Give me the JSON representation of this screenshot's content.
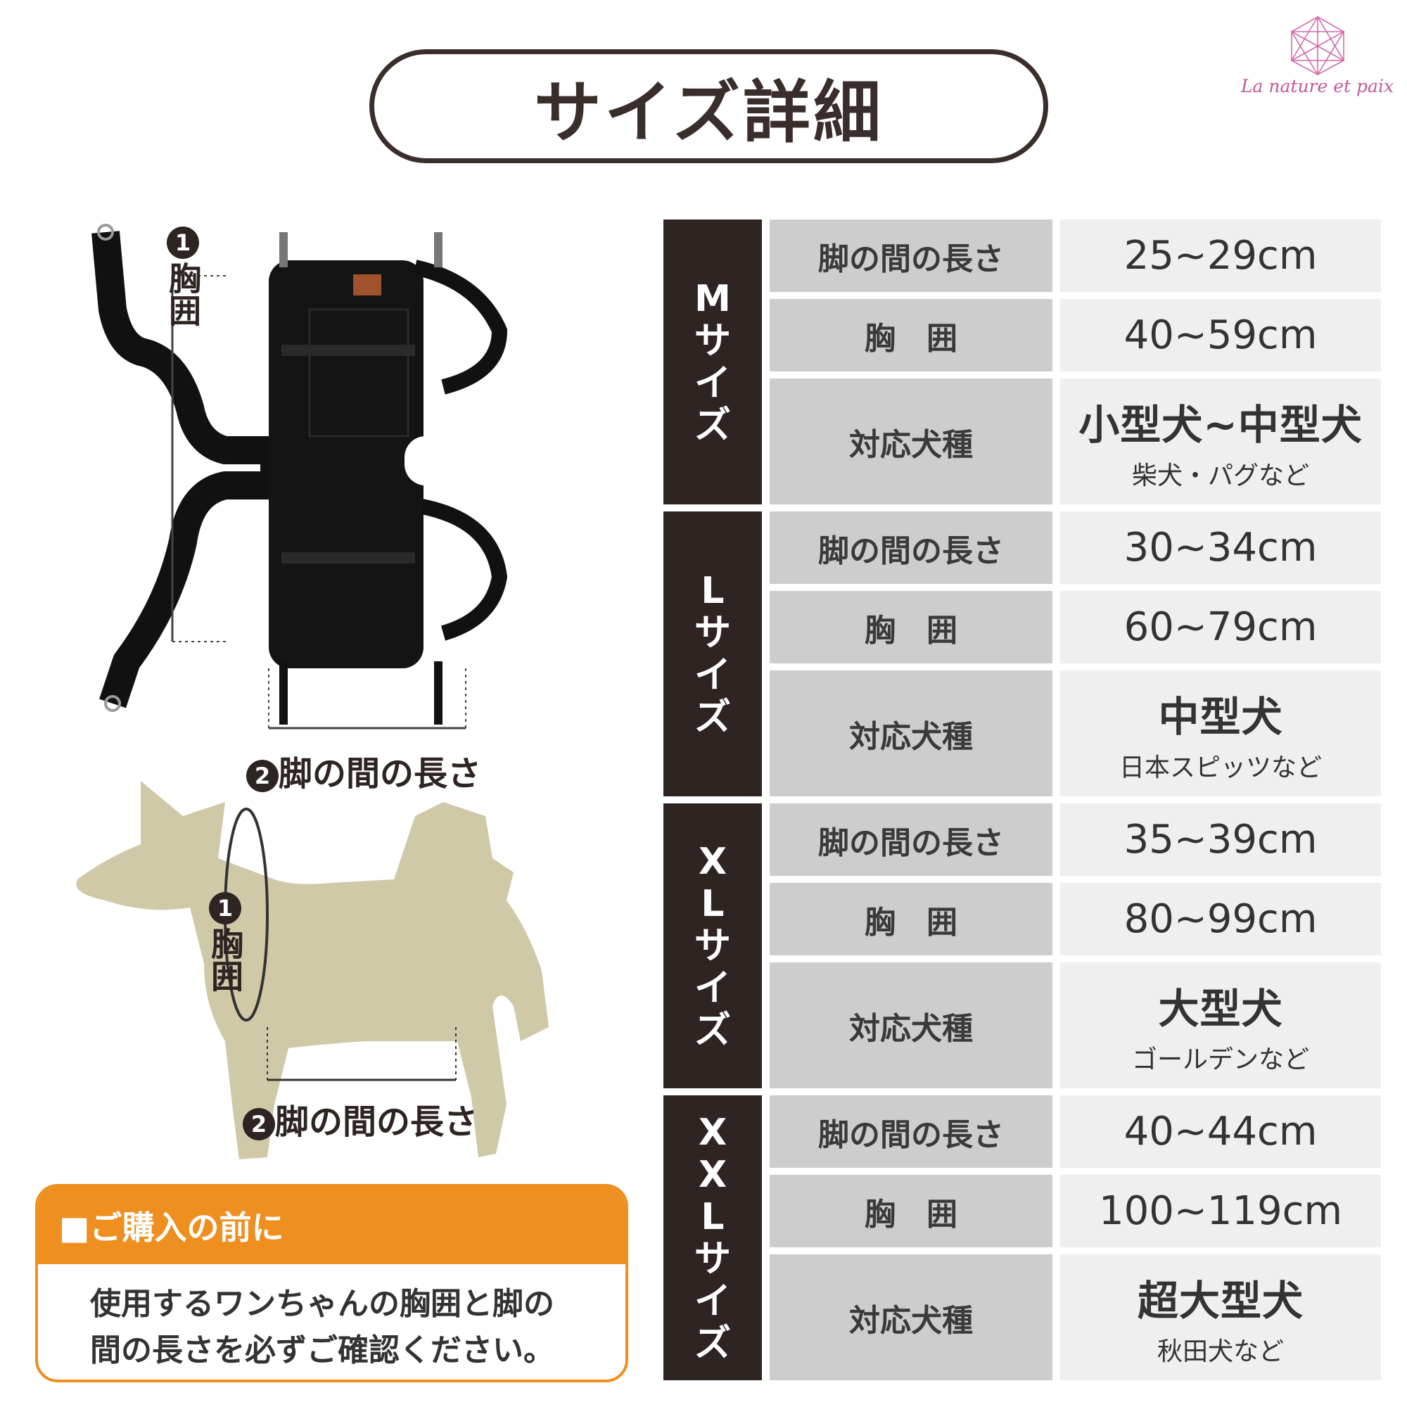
{
  "title": "サイズ詳細",
  "logo": {
    "text": "La nature et paix"
  },
  "diagram": {
    "chest_num": "1",
    "chest_label": "胸囲",
    "leg_num": "2",
    "leg_label": "脚の間の長さ"
  },
  "sizes": [
    {
      "name": "Mサイズ",
      "rows": [
        {
          "label": "脚の間の長さ",
          "value": "25~29cm"
        },
        {
          "label": "胸　囲",
          "value": "40~59cm"
        },
        {
          "label": "対応犬種",
          "value": "小型犬~中型犬",
          "sub": "柴犬・パグなど"
        }
      ]
    },
    {
      "name": "Lサイズ",
      "rows": [
        {
          "label": "脚の間の長さ",
          "value": "30~34cm"
        },
        {
          "label": "胸　囲",
          "value": "60~79cm"
        },
        {
          "label": "対応犬種",
          "value": "中型犬",
          "sub": "日本スピッツなど"
        }
      ]
    },
    {
      "name": "XLサイズ",
      "rows": [
        {
          "label": "脚の間の長さ",
          "value": "35~39cm"
        },
        {
          "label": "胸　囲",
          "value": "80~99cm"
        },
        {
          "label": "対応犬種",
          "value": "大型犬",
          "sub": "ゴールデンなど"
        }
      ]
    },
    {
      "name": "XXLサイズ",
      "rows": [
        {
          "label": "脚の間の長さ",
          "value": "40~44cm"
        },
        {
          "label": "胸　囲",
          "value": "100~119cm"
        },
        {
          "label": "対応犬種",
          "value": "超大型犬",
          "sub": "秋田犬など"
        }
      ]
    }
  ],
  "notice": {
    "heading": "■ご購入の前に",
    "line1": "使用するワンちゃんの胸囲と脚の",
    "line2": "間の長さを必ずご確認ください。"
  },
  "colors": {
    "dark": "#2e2422",
    "orange": "#ee8f1f",
    "dog": "#cfc9a8",
    "logo": "#c4579b"
  }
}
